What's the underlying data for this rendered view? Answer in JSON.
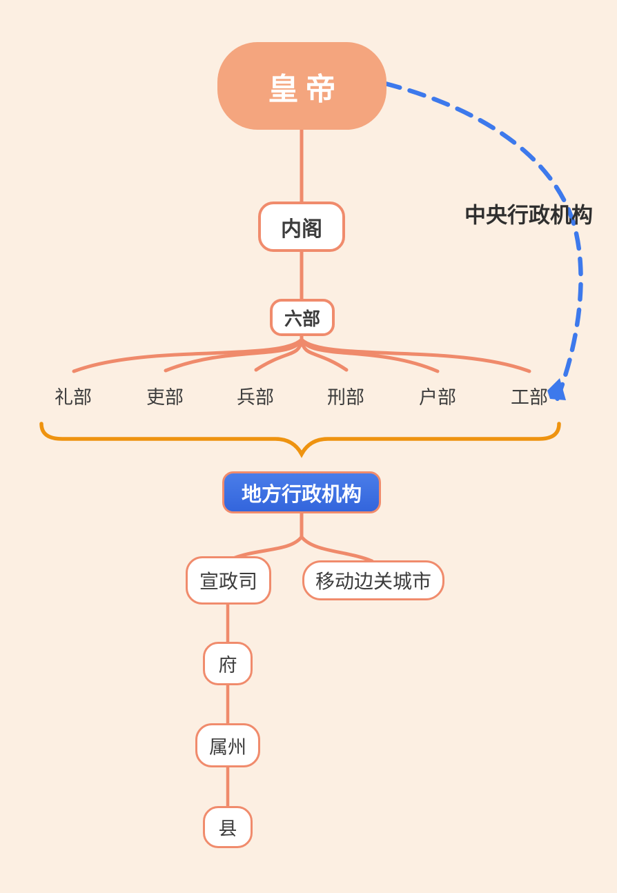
{
  "palette": {
    "background": "#FCEFE2",
    "salmon_line": "#EF8A6B",
    "salmon_border": "#F08B6C",
    "emperor_fill": "#F4A57E",
    "brace_orange": "#EE9310",
    "arc_blue": "#3D79EC",
    "local_box_blue": "#3B6FE0",
    "dark_text": "#3C3C3C",
    "white_text": "#FFFFFF"
  },
  "nodes": {
    "emperor": "皇帝",
    "cabinet": "内阁",
    "six_ministries": "六部",
    "ministries": [
      "礼部",
      "吏部",
      "兵部",
      "刑部",
      "户部",
      "工部"
    ],
    "local_admin": "地方行政机构",
    "xuan_zheng_si": "宣政司",
    "mobile_border_city": "移动边关城市",
    "prefecture": "府",
    "subordinate_zhou": "属州",
    "county": "县"
  },
  "annotations": {
    "central_admin": "中央行政机构"
  }
}
